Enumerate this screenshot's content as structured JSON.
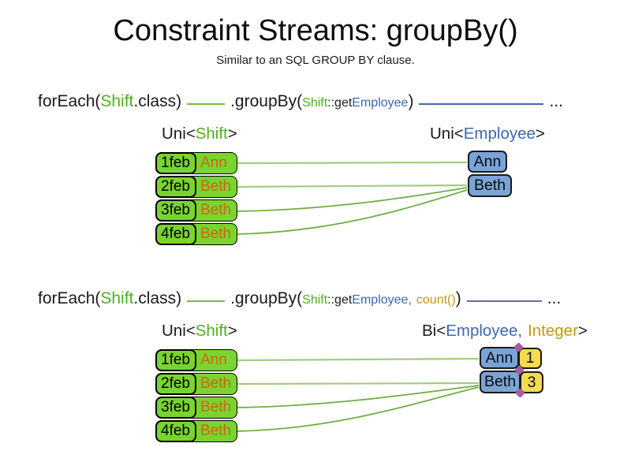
{
  "header": {
    "title": "Constraint Streams: groupBy()",
    "subtitle": "Similar to an SQL GROUP BY clause."
  },
  "code_line_1": {
    "foreach": "forEach(",
    "shift_class": "Shift",
    "class_suffix": ".class)",
    "groupby": ".groupBy(",
    "ref_class": "Shift",
    "ref_method": "::get",
    "ref_prop": "Employee",
    "close_paren": ")",
    "ellipsis": "..."
  },
  "code_line_2": {
    "foreach": "forEach(",
    "shift_class": "Shift",
    "class_suffix": ".class)",
    "groupby": ".groupBy(",
    "ref_class": "Shift",
    "ref_method": "::get",
    "ref_prop": "Employee",
    "comma": ",",
    "count_fn": "count()",
    "close_paren": ")",
    "ellipsis": "..."
  },
  "diagram_1": {
    "left_label": {
      "prefix": "Uni<",
      "type": "Shift",
      "suffix": ">"
    },
    "right_label": {
      "prefix": "Uni<",
      "type": "Employee",
      "suffix": ">"
    },
    "shift_rows": [
      {
        "date": "1feb",
        "employee": "Ann"
      },
      {
        "date": "2feb",
        "employee": "Beth"
      },
      {
        "date": "3feb",
        "employee": "Beth"
      },
      {
        "date": "4feb",
        "employee": "Beth"
      }
    ],
    "employee_boxes": [
      {
        "name": "Ann"
      },
      {
        "name": "Beth"
      }
    ]
  },
  "diagram_2": {
    "left_label": {
      "prefix": "Uni<",
      "type": "Shift",
      "suffix": ">"
    },
    "right_label": {
      "prefix": "Bi<",
      "type1": "Employee",
      "comma": ",",
      "type2": "Integer",
      "suffix": ">"
    },
    "shift_rows": [
      {
        "date": "1feb",
        "employee": "Ann"
      },
      {
        "date": "2feb",
        "employee": "Beth"
      },
      {
        "date": "3feb",
        "employee": "Beth"
      },
      {
        "date": "4feb",
        "employee": "Beth"
      }
    ],
    "pair_boxes": [
      {
        "employee": "Ann",
        "count": "1"
      },
      {
        "employee": "Beth",
        "count": "3"
      }
    ]
  },
  "colors": {
    "shift_green_text": "#4FAF20",
    "employee_blue_text": "#3B68AC",
    "integer_gold_text": "#C2990F",
    "employee_name_orange": "#CE6414",
    "shift_box_green": "#79D42F",
    "employee_box_blue": "#7AA4D6",
    "count_box_yellow": "#F4DB4F",
    "pair_junction_purple": "#A85CA0",
    "stream_line_green": "#76B850",
    "stream_line_blue": "#4A669C",
    "stream_line_purple": "#7D6399",
    "connector_pale_green": "#A4CB80",
    "connector_green": "#6FAE41"
  }
}
